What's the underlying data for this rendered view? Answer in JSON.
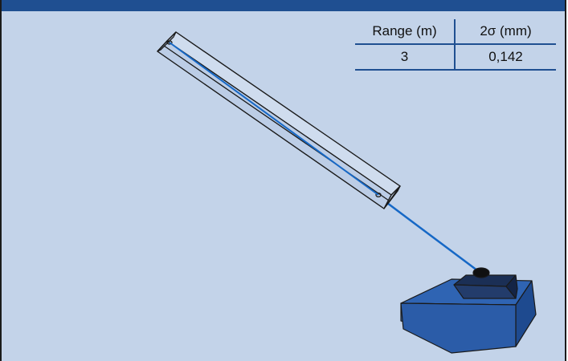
{
  "table": {
    "headers": [
      "Range (m)",
      "2σ (mm)"
    ],
    "rows": [
      [
        "3",
        "0,142"
      ]
    ]
  },
  "colors": {
    "background": "#c3d3e9",
    "header_bar": "#1f4f91",
    "laser_beam": "#1668c6",
    "device_body": "#2a5aa6",
    "table_rule": "#1f4f91"
  },
  "icons": {
    "target_bar": "target-bar-icon",
    "laser_device": "laser-device-icon"
  }
}
